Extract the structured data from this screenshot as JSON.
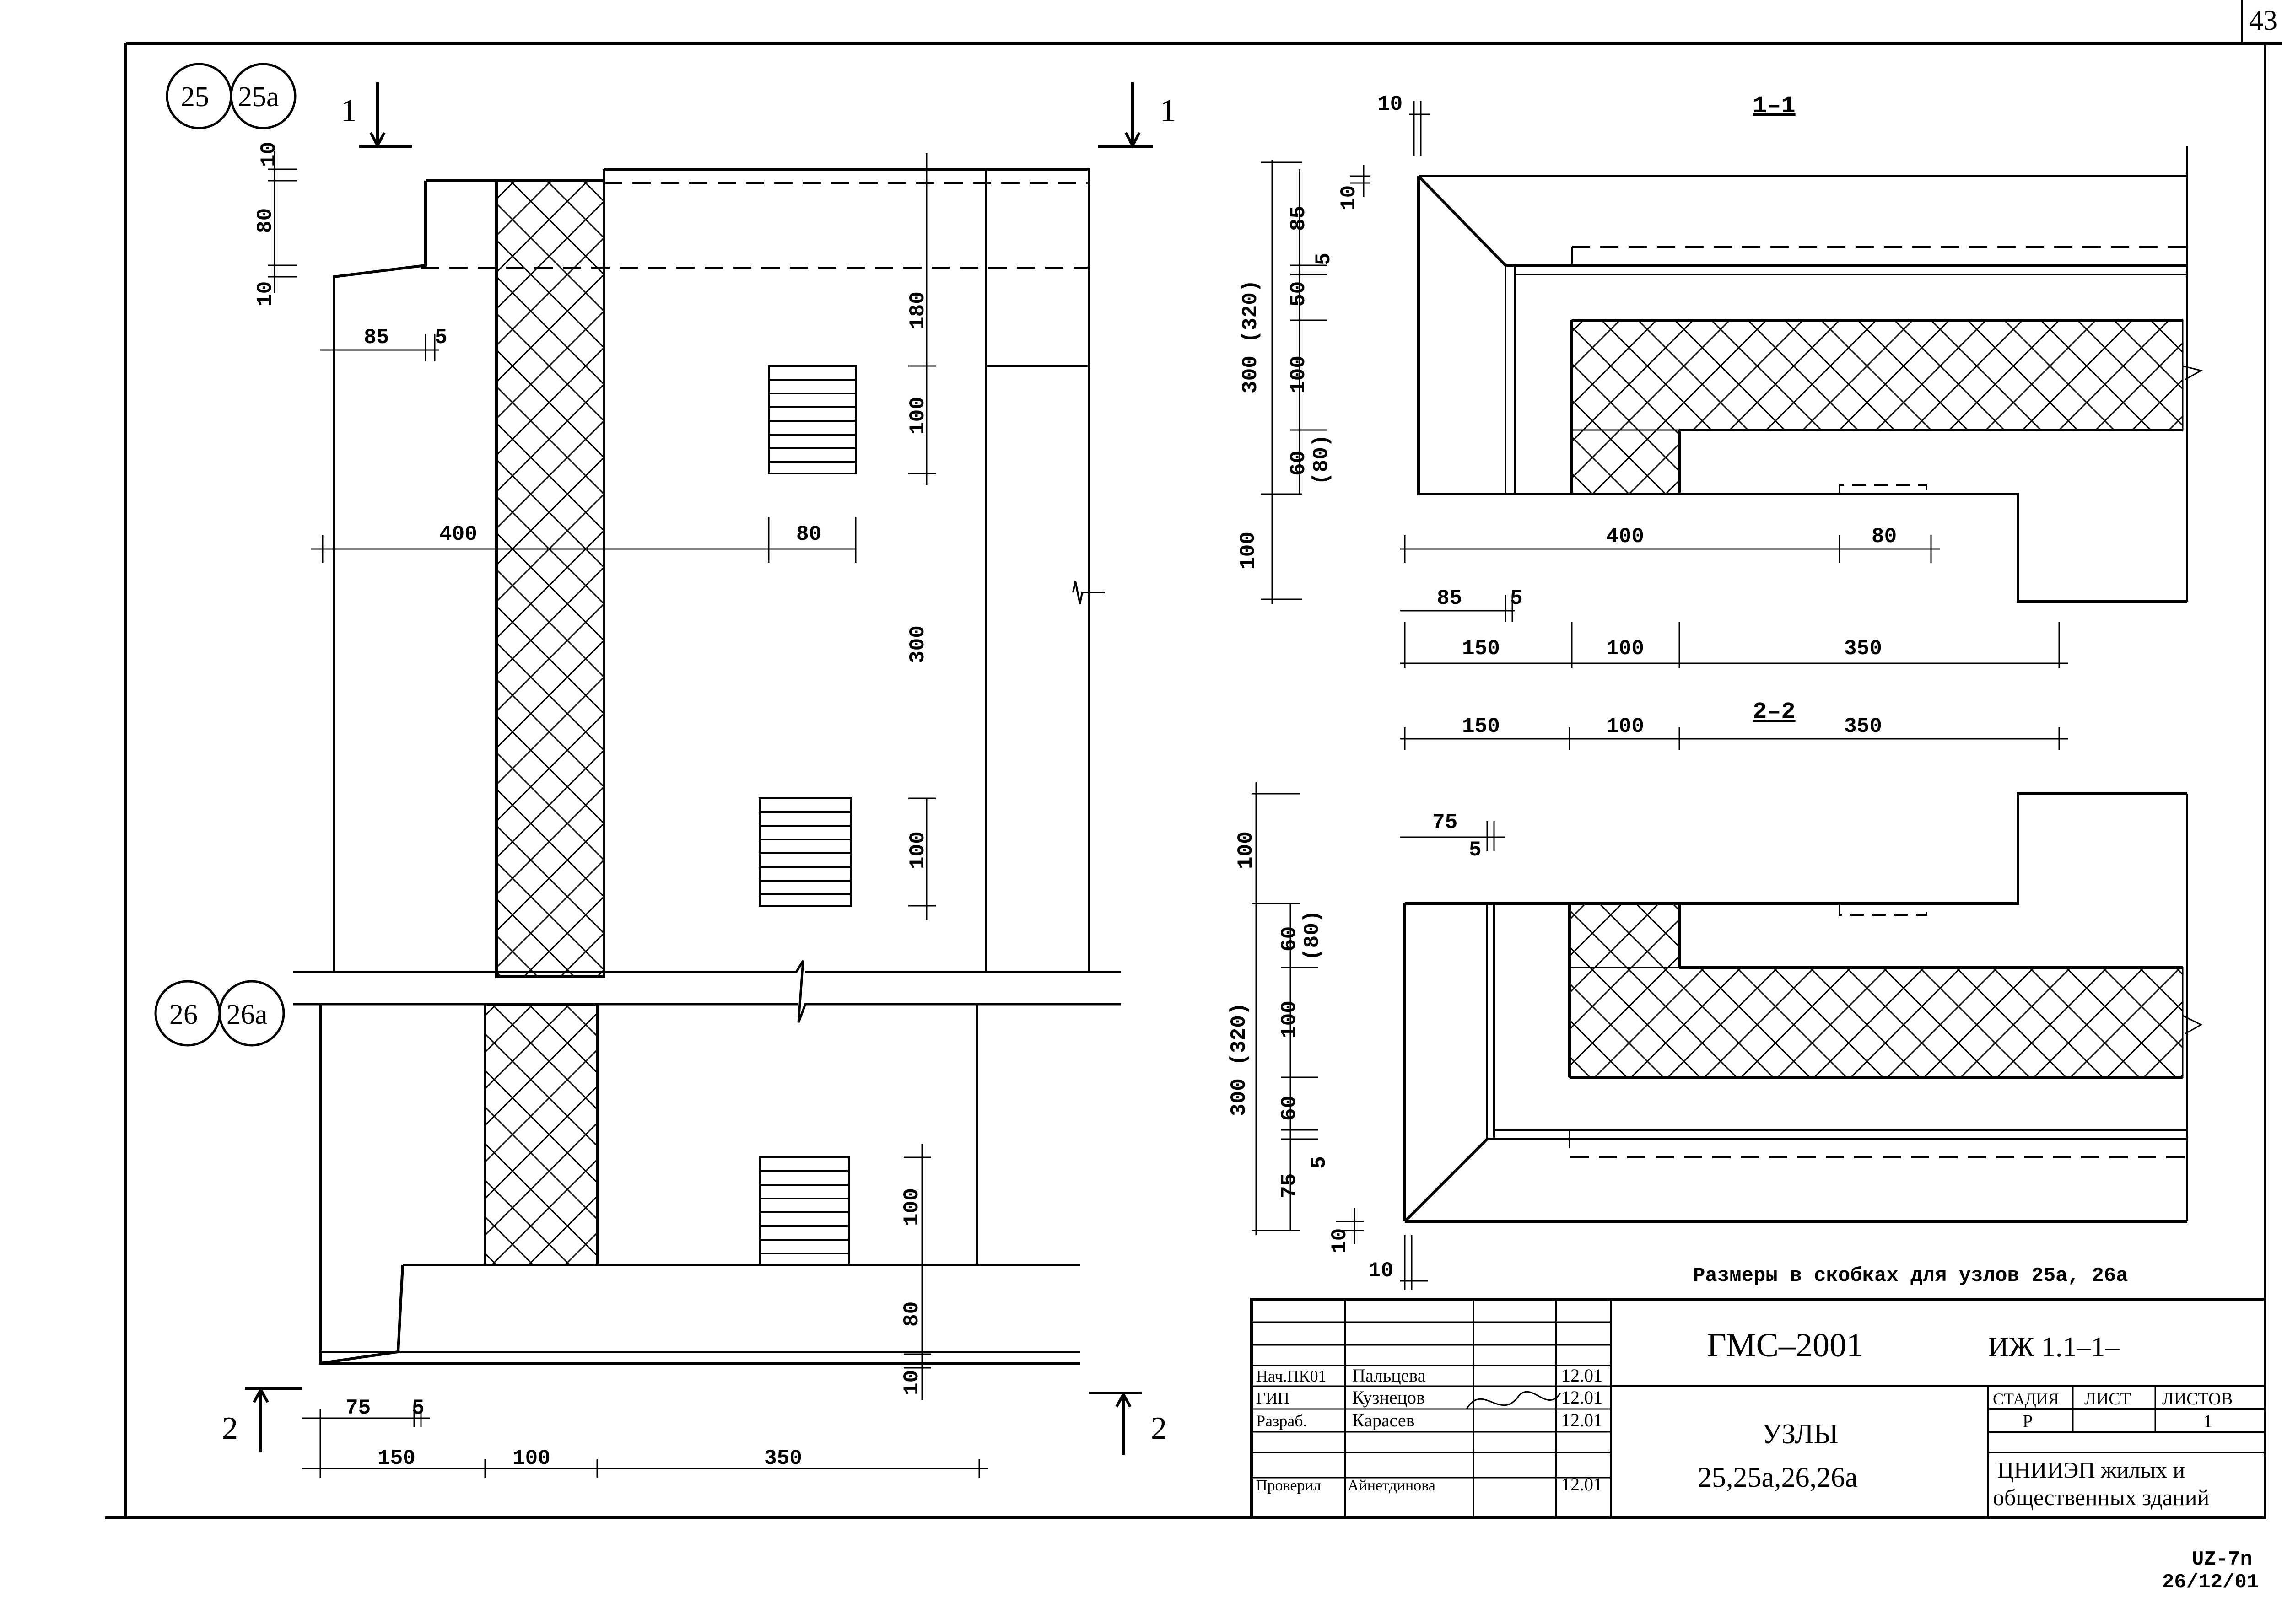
{
  "page_number": "43",
  "callouts": {
    "node25": "25",
    "node25a": "25а",
    "node26": "26",
    "node26a": "26а"
  },
  "sections": {
    "s1_label": "1",
    "s2_label": "2",
    "s1_title": "1–1",
    "s2_title": "2–2"
  },
  "dims_elevation": {
    "left_10_top": "10",
    "left_80": "80",
    "left_10_low": "10",
    "d85": "85",
    "d5": "5",
    "d400": "400",
    "d80": "80",
    "r180": "180",
    "r100a": "100",
    "r300": "300",
    "r100b": "100",
    "r100c": "100",
    "r80": "80",
    "r10": "10",
    "b75": "75",
    "b5": "5",
    "b150": "150",
    "b100": "100",
    "b350": "350"
  },
  "dims_section1": {
    "t10": "10",
    "v10": "10",
    "v85": "85",
    "v5": "5",
    "v50": "50",
    "v100": "100",
    "v60": "60",
    "v80p": "(80)",
    "v300": "300 (320)",
    "v100b": "100",
    "h400": "400",
    "h80": "80",
    "h85": "85",
    "h5": "5",
    "h150": "150",
    "h100": "100",
    "h350": "350"
  },
  "dims_section2": {
    "h150": "150",
    "h100": "100",
    "h350": "350",
    "h75": "75",
    "h5": "5",
    "v100": "100",
    "v60": "60",
    "v80p": "(80)",
    "v100b": "100",
    "v300": "300 (320)",
    "v60b": "60",
    "v5": "5",
    "v75": "75",
    "v10": "10",
    "b10": "10"
  },
  "note": "Размеры в скобках для узлов 25а, 26а",
  "title_block": {
    "project": "ГМС–2001",
    "doc_code": "ИЖ 1.1–1–",
    "roles": [
      "Нач.ПК01",
      "ГИП",
      "Разраб.",
      "Проверил"
    ],
    "names": [
      "Пальцева",
      "Кузнецов",
      "Карасев",
      "Айнетдинова"
    ],
    "dates": [
      "12.01",
      "12.01",
      "12.01",
      "12.01"
    ],
    "title_line1": "УЗЛЫ",
    "title_line2": "25,25а,26,26а",
    "stage_header": "СТАДИЯ",
    "sheet_header": "ЛИСТ",
    "sheets_header": "ЛИСТОВ",
    "stage": "Р",
    "sheet": "",
    "sheets": "1",
    "org_line1": "ЦНИИЭП жилых и",
    "org_line2": "общественных зданий"
  },
  "stamp_code": "UZ-7n",
  "stamp_date": "26/12/01"
}
